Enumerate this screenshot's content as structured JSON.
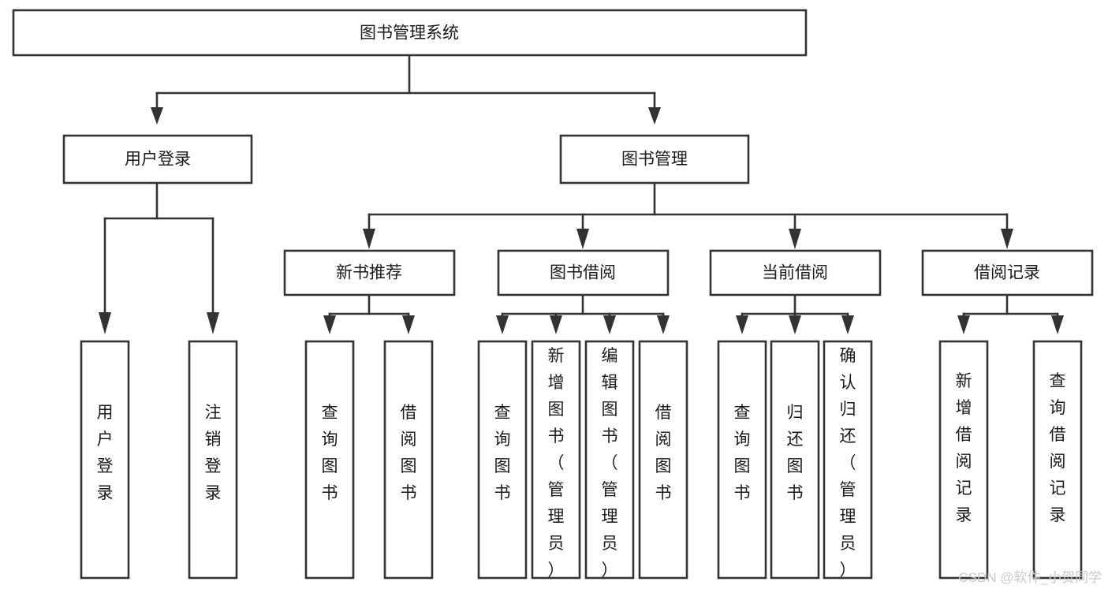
{
  "diagram": {
    "type": "tree-hierarchy",
    "title": "图书管理系统",
    "watermark": "CSDN @软件_小贺同学",
    "colors": {
      "box_fill": "#ffffff",
      "box_stroke": "#333333",
      "text": "#1a1a1a",
      "watermark": "#c9c9c9",
      "background": "#ffffff"
    },
    "root": {
      "label": "图书管理系统",
      "level": 0
    },
    "level1": [
      {
        "label": "用户登录"
      },
      {
        "label": "图书管理"
      }
    ],
    "level2": [
      {
        "label": "新书推荐",
        "parent": "图书管理"
      },
      {
        "label": "图书借阅",
        "parent": "图书管理"
      },
      {
        "label": "当前借阅",
        "parent": "图书管理"
      },
      {
        "label": "借阅记录",
        "parent": "图书管理"
      }
    ],
    "leaves": {
      "用户登录": [
        {
          "label": "用户登录"
        },
        {
          "label": "注销登录"
        }
      ],
      "新书推荐": [
        {
          "label": "查询图书"
        },
        {
          "label": "借阅图书"
        }
      ],
      "图书借阅": [
        {
          "label": "查询图书"
        },
        {
          "label": "新增图书（管理员）"
        },
        {
          "label": "编辑图书（管理员）"
        },
        {
          "label": "借阅图书"
        }
      ],
      "当前借阅": [
        {
          "label": "查询图书"
        },
        {
          "label": "归还图书"
        },
        {
          "label": "确认归还（管理员）"
        }
      ],
      "借阅记录": [
        {
          "label": "新增借阅记录"
        },
        {
          "label": "查询借阅记录"
        }
      ]
    }
  }
}
